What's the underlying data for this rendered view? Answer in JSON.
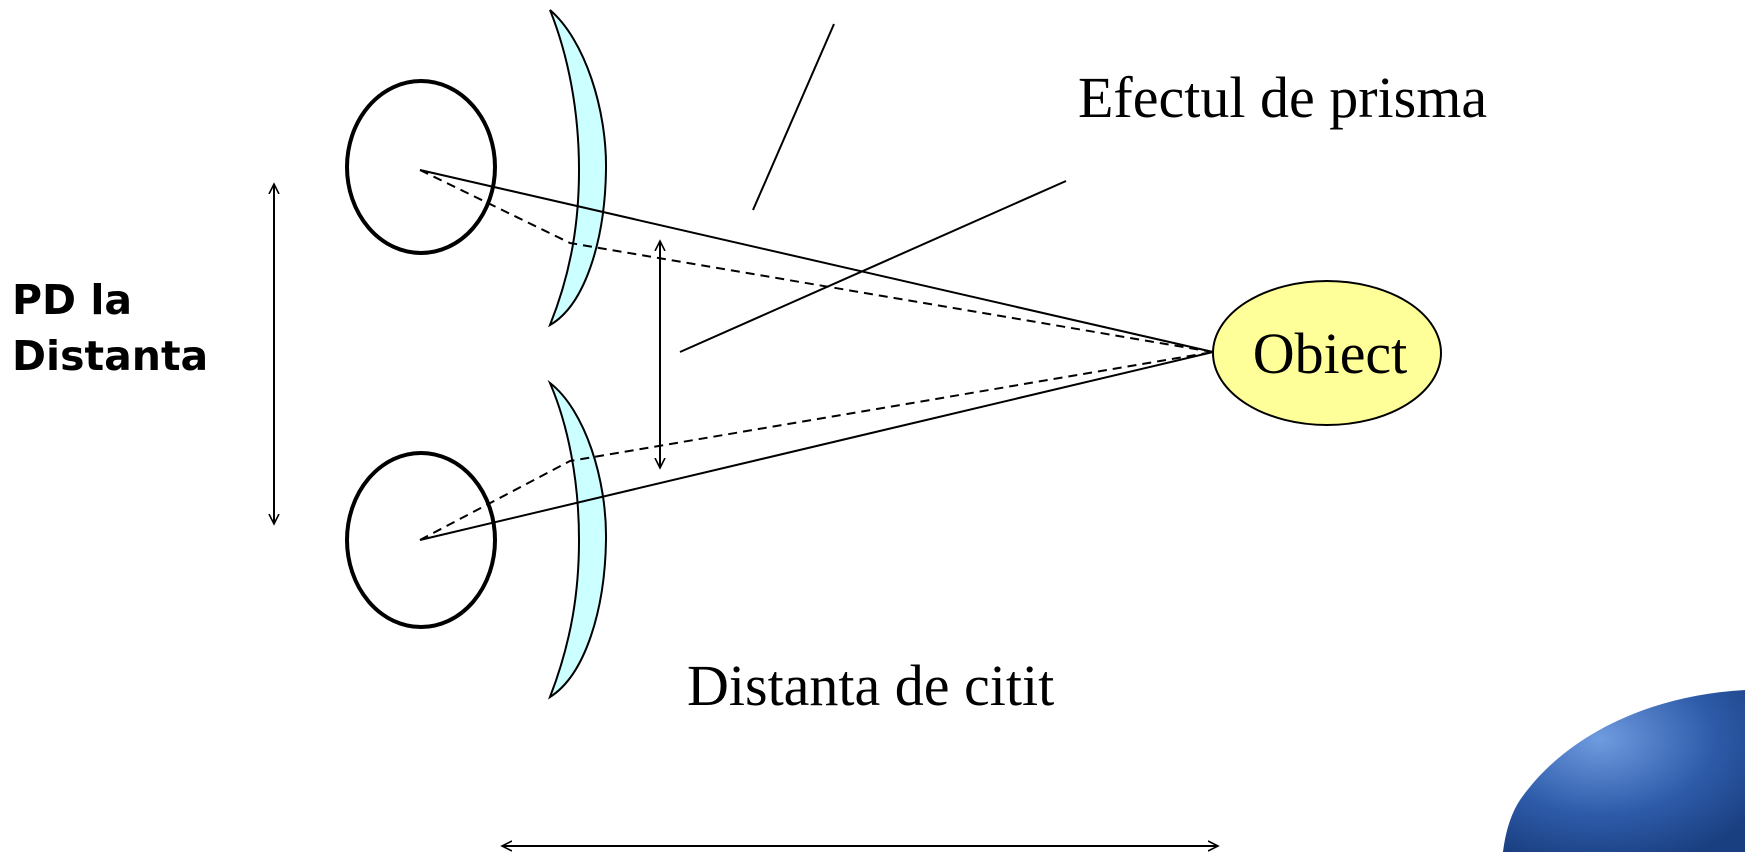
{
  "labels": {
    "prism_effect": "Efectul de prisma",
    "pd_line1": "PD la",
    "pd_line2": "Distanta",
    "object": "Obiect",
    "reading_distance": "Distanta de citit"
  },
  "colors": {
    "lens_fill": "#ccffff",
    "object_fill": "#ffff99",
    "logo_blue": "#2d5aa8",
    "stroke": "#000000"
  }
}
